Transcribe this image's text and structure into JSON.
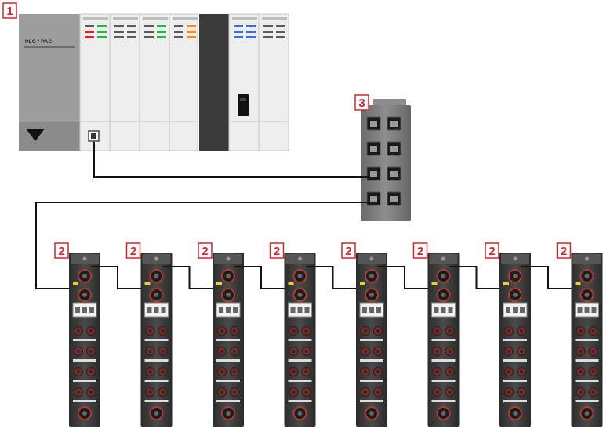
{
  "callouts": {
    "plc": "1",
    "io_module": "2",
    "switch": "3"
  },
  "plc": {
    "label": "PLC / PAC",
    "led_colors": [
      "#d8232a",
      "#2bb24c",
      "#5a5a5a",
      "#5a5a5a",
      "#2bb24c",
      "#5a5a5a",
      "#f28c28",
      "#3a6fd8",
      "#5a5a5a"
    ]
  },
  "switch": {
    "port_count": 8
  },
  "io_modules": {
    "count": 8
  },
  "colors": {
    "callout_border": "#d8232a",
    "callout_text": "#d8232a",
    "plc_body": "#e8e8e8",
    "plc_side": "#9a9a9a",
    "plc_bar": "#3a3a3a",
    "module_body": "#3c3c3c",
    "switch_body": "#7a7a7a",
    "cable": "#111111"
  }
}
